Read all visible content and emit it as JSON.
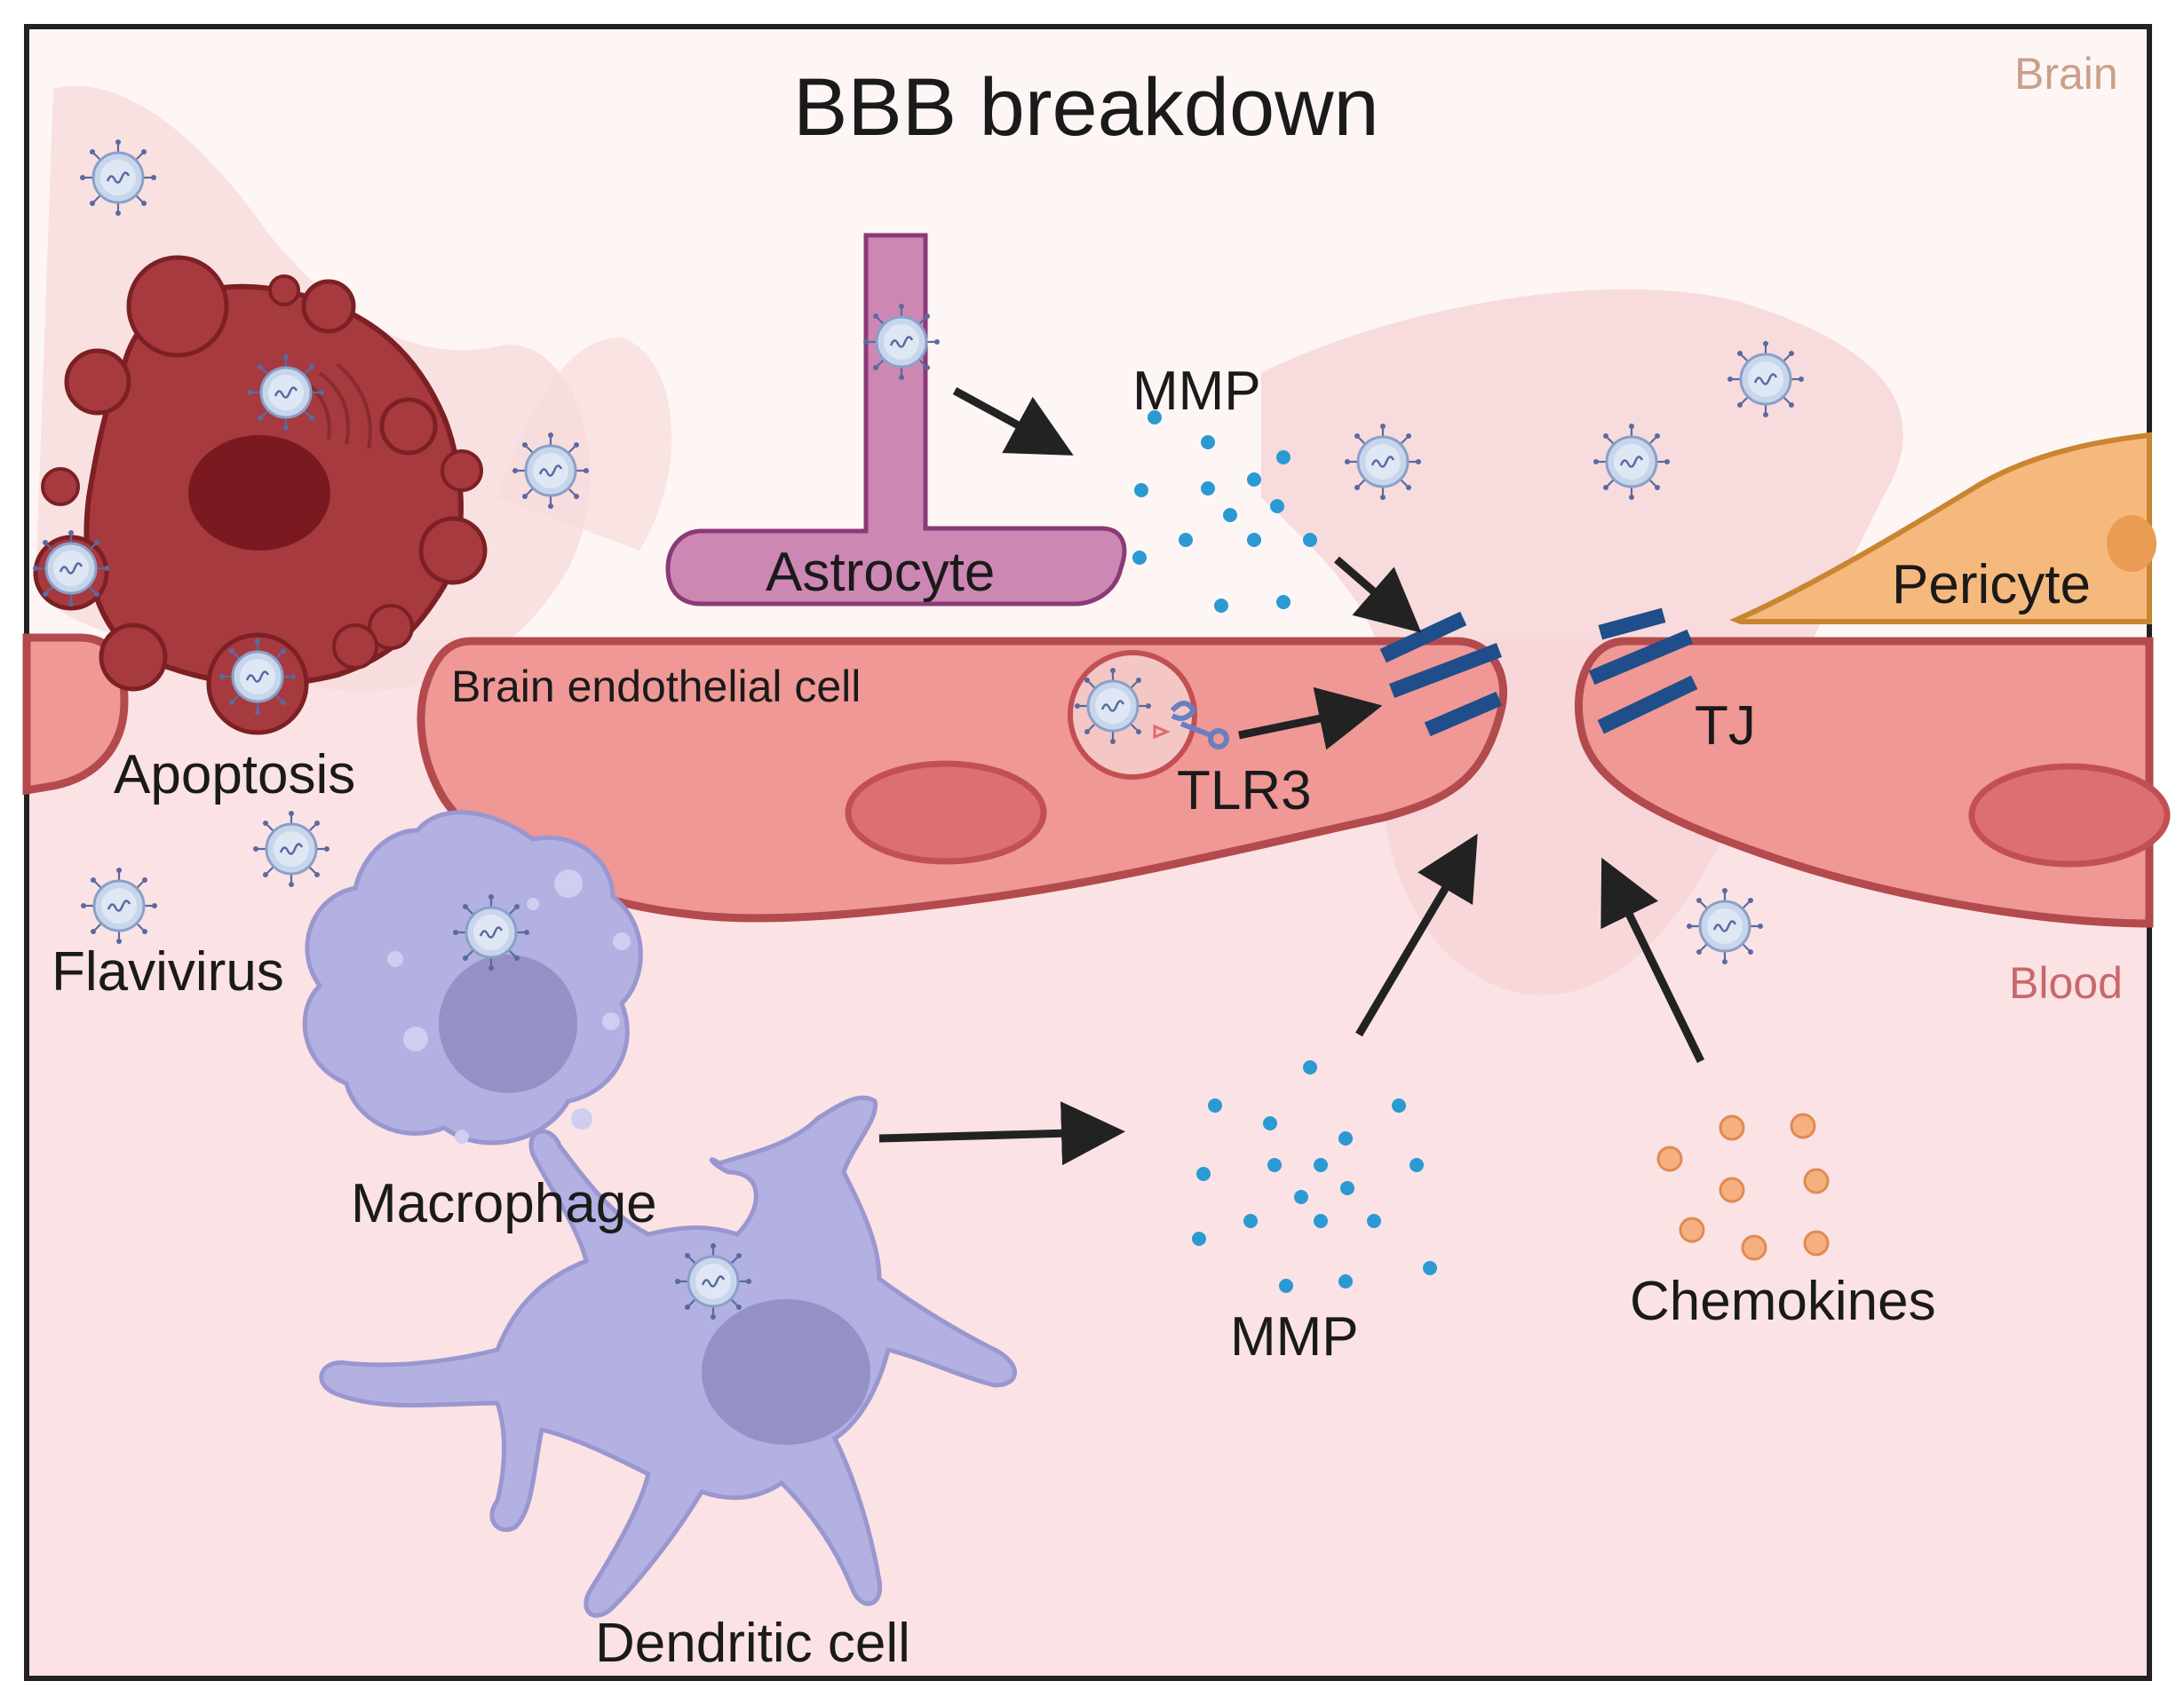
{
  "diagram": {
    "title": "BBB breakdown",
    "regions": {
      "brain": "Brain",
      "blood": "Blood"
    },
    "labels": {
      "astrocyte": "Astrocyte",
      "mmp_top": "MMP",
      "pericyte": "Pericyte",
      "endothelial": "Brain endothelial cell",
      "tlr3": "TLR3",
      "tj": "TJ",
      "apoptosis": "Apoptosis",
      "flavivirus": "Flavivirus",
      "macrophage": "Macrophage",
      "dendritic": "Dendritic cell",
      "mmp_bottom": "MMP",
      "chemokines": "Chemokines"
    },
    "colors": {
      "brain_bg": "#fdf6f4",
      "blood_bg": "#fbe2e4",
      "endothelial": "#ef9895",
      "endothelial_edge": "#b34a4d",
      "apoptotic": "#a63a3f",
      "astrocyte": "#cd87b3",
      "pericyte": "#f6b97d",
      "immune": "#b3b0e2",
      "mmp": "#2b9ad3",
      "chemokine": "#f6b07f",
      "tight_junction": "#1f4e8a",
      "virus": "#c5d3ea"
    }
  }
}
